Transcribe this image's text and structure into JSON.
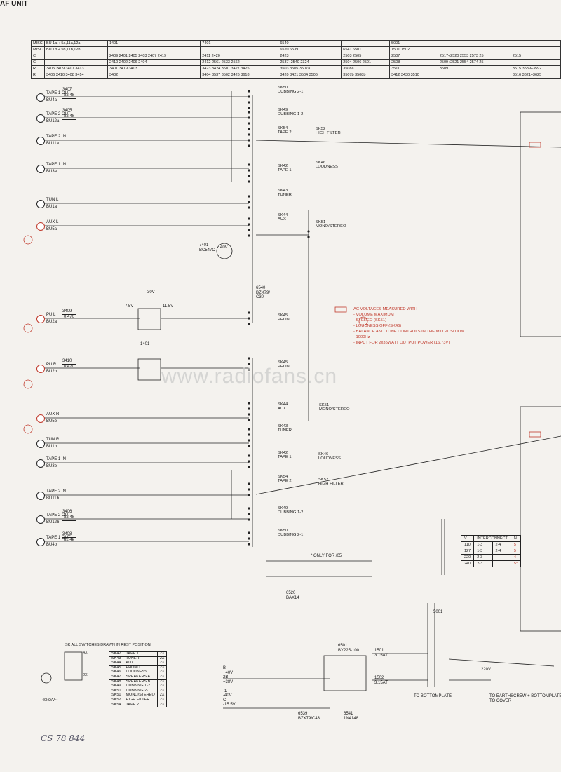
{
  "title": "AF UNIT",
  "table": {
    "rows": [
      [
        "MISC",
        "BU 1a ÷ 5a,11a,12a",
        "1401",
        "7401",
        "6540",
        "",
        "5001",
        "",
        ""
      ],
      [
        "MISC",
        "BU 1b ÷ 5b,11b,12b",
        "",
        "",
        "6520  6539",
        "6541 6501",
        "1501  1502",
        "",
        ""
      ],
      [
        "C",
        "",
        "2409 2401 2405   2403 2407 2419",
        "2411   2420",
        "2423",
        "2503 2505",
        "2507",
        "2517÷2520 2553 2573 25",
        "2515"
      ],
      [
        "C",
        "",
        "2410 2402 2406   2404",
        "2412   2561 2533 2562",
        "2537÷2540 2324",
        "2504 2506   2501",
        "2508",
        "2509÷2521 2554 2574 25",
        ""
      ],
      [
        "R",
        "3405 3409 3407 3413",
        "3401 3419 3403",
        "3423 3424 3501 3427 3425",
        "3503 3505 3507a",
        "3508a",
        "3511",
        "3509",
        "3515 3589÷3592"
      ],
      [
        "R",
        "3406 3410 3408 3414",
        "3402",
        "3404  3537  3502 3426  3618",
        "3420 3421 3504 3506",
        "3507b 3508b",
        "3412 3430 3510",
        "",
        "3516 3621÷3625"
      ]
    ]
  },
  "left_jacks": [
    {
      "label": "TAPE 1 OUT",
      "sub": "BU4a",
      "res": "3407",
      "val": "82.4k"
    },
    {
      "label": "TAPE 2 OUT",
      "sub": "BU12a",
      "res": "3405",
      "val": "82.4k"
    },
    {
      "label": "TAPE 2  IN",
      "sub": "BU11a",
      "res": "",
      "val": ""
    },
    {
      "label": "TAPE 1  IN",
      "sub": "BU3a",
      "res": "",
      "val": ""
    },
    {
      "label": "TUN  L",
      "sub": "BU1a",
      "res": "",
      "val": ""
    },
    {
      "label": "AUX  L",
      "sub": "BU5a",
      "res": "",
      "val": ""
    },
    {
      "label": "PU  L",
      "sub": "BU2a",
      "res": "3409",
      "val": "0.470"
    },
    {
      "label": "PU  R",
      "sub": "BU2b",
      "res": "3410",
      "val": "0.470"
    },
    {
      "label": "AUX  R",
      "sub": "BU5b",
      "res": "",
      "val": ""
    },
    {
      "label": "TUN  R",
      "sub": "BU1b",
      "res": "",
      "val": ""
    },
    {
      "label": "TAPE 1  IN",
      "sub": "BU3b",
      "res": "",
      "val": ""
    },
    {
      "label": "TAPE 2  IN",
      "sub": "BU11b",
      "res": "",
      "val": ""
    },
    {
      "label": "TAPE 2  OUT",
      "sub": "BU12b",
      "res": "3406",
      "val": "82.4k"
    },
    {
      "label": "TAPE 1  OUT",
      "sub": "BU4b",
      "res": "3408",
      "val": "82.4k"
    }
  ],
  "switches_top": [
    {
      "id": "SK50",
      "name": "DUBBING 2-1"
    },
    {
      "id": "SK49",
      "name": "DUBBING 1-2"
    },
    {
      "id": "SK54",
      "name": "TAPE 2"
    },
    {
      "id": "SK42",
      "name": "TAPE 1"
    },
    {
      "id": "SK43",
      "name": "TUNER"
    },
    {
      "id": "SK44",
      "name": "AUX"
    },
    {
      "id": "SK45",
      "name": "PHONO"
    }
  ],
  "switches_bottom": [
    {
      "id": "SK45",
      "name": "PHONO"
    },
    {
      "id": "SK44",
      "name": "AUX"
    },
    {
      "id": "SK43",
      "name": "TUNER"
    },
    {
      "id": "SK42",
      "name": "TAPE 1"
    },
    {
      "id": "SK54",
      "name": "TAPE 2"
    },
    {
      "id": "SK49",
      "name": "DUBBING 1-2"
    },
    {
      "id": "SK50",
      "name": "DUBBING 2-1"
    }
  ],
  "misc_labels": {
    "sk52_top": "SK52\nHIGH FILTER",
    "sk46_top": "SK46\nLOUDNESS",
    "sk51_top": "SK51\nMONO/STEREO",
    "sk51_bot": "SK51\nMONO/STEREO",
    "sk46_bot": "SK46\nLOUDNESS",
    "sk52_bot": "SK52\nHIGH FILTER",
    "ic": "1401",
    "transistor": "7401\nBC547C",
    "zener": "6540\nBZX79/\nC30",
    "bax": "6520\nBAX14",
    "bridge": "6501\nBY225-100",
    "only05": "* ONLY FOR /05",
    "bottomplate": "TO BOTTOMPLATE",
    "earth": "TO EARTHSCREW + BOTTOMPLATE\nTO COVER",
    "zener2": "6539\nBZX79/C43",
    "diode2": "6541\n1N4148",
    "rails": "B\n+40V\n2B\n+38V\n\n-1\n-40V\nC\n-15.5V",
    "mains": "220V",
    "fuse1": "1501\n3.15AT",
    "fuse2": "1502\n3.15AT",
    "trafo": "5001",
    "v30": "30V",
    "v75": "7.5V",
    "v115": "11.5V",
    "v40": "40V"
  },
  "notes": {
    "title": "AC VOLTAGES MEASURED WITH :",
    "lines": [
      "- VOLUME MAXIMUM",
      "- STEREO (SK51)",
      "- LOUDNESS OFF (SK46)",
      "- BALANCE AND TONE CONTROLS IN THE MID POSITION",
      "- 1000Hz",
      "- INPUT FOR 2x35WATT OUTPUT POWER (16.73V)"
    ]
  },
  "voltage_table": {
    "headers": [
      "V",
      "INTERCONNECT",
      "N"
    ],
    "rows": [
      [
        "110",
        "1-3",
        "2-4",
        "5"
      ],
      [
        "127",
        "1-3",
        "2-4",
        "5"
      ],
      [
        "220",
        "2-3",
        "",
        "4"
      ],
      [
        "240",
        "2-3",
        "",
        "5*"
      ]
    ]
  },
  "legend": {
    "header": "SK   ALL SWITCHES DRAWN IN REST POSITION",
    "items": [
      [
        "SK42",
        "TAPE 1",
        "2X"
      ],
      [
        "SK43",
        "TUNER",
        "2X"
      ],
      [
        "SK44",
        "AUX",
        "2X"
      ],
      [
        "SK45",
        "PHONO",
        "2X"
      ],
      [
        "SK46",
        "LOUDNESS",
        "2X"
      ],
      [
        "SK47",
        "SPEAKERS A",
        "2X"
      ],
      [
        "SK48",
        "SPEAKERS B",
        "2X"
      ],
      [
        "SK49",
        "DUBBING 1-2",
        "2X"
      ],
      [
        "SK50",
        "DUBBING 2-1",
        "2X"
      ],
      [
        "SK51",
        "MONO/STEREO",
        "2X"
      ],
      [
        "SK52",
        "HIGH FILTER",
        "2X"
      ],
      [
        "SK54",
        "TAPE 2",
        "2X"
      ]
    ],
    "x4": "4X",
    "x2": "2X",
    "meter": "40kΩ/V~"
  },
  "watermark": "www.radiofans.cn",
  "stamp": "CS 78 844",
  "colors": {
    "ink": "#1a1a1a",
    "red": "#c0392b",
    "paper": "#f4f2ee"
  }
}
